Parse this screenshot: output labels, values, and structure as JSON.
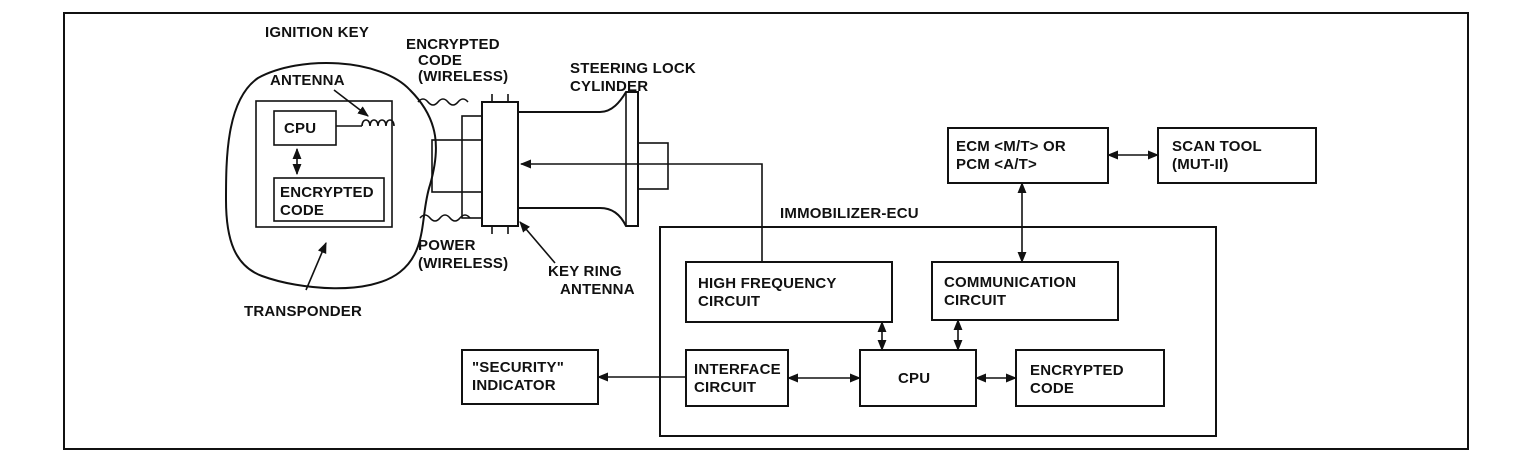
{
  "labels": {
    "ignition_key": "IGNITION KEY",
    "antenna": "ANTENNA",
    "key_cpu": "CPU",
    "key_encrypted_1": "ENCRYPTED",
    "key_encrypted_2": "CODE",
    "transponder": "TRANSPONDER",
    "enc_code_wireless_1": "ENCRYPTED",
    "enc_code_wireless_2": "CODE",
    "enc_code_wireless_3": "(WIRELESS)",
    "power_wireless_1": "POWER",
    "power_wireless_2": "(WIRELESS)",
    "steering_lock_1": "STEERING LOCK",
    "steering_lock_2": "CYLINDER",
    "key_ring_antenna_1": "KEY RING",
    "key_ring_antenna_2": "ANTENNA",
    "immobilizer_ecu": "IMMOBILIZER-ECU",
    "ecm_pcm_1": "ECM <M/T> OR",
    "ecm_pcm_2": "PCM <A/T>",
    "scan_tool_1": "SCAN  TOOL",
    "scan_tool_2": "(MUT-II)",
    "hf_circuit_1": "HIGH FREQUENCY",
    "hf_circuit_2": "CIRCUIT",
    "comm_circuit_1": "COMMUNICATION",
    "comm_circuit_2": "CIRCUIT",
    "ecu_cpu": "CPU",
    "interface_circuit_1": "INTERFACE",
    "interface_circuit_2": "CIRCUIT",
    "ecu_encrypted_1": "ENCRYPTED",
    "ecu_encrypted_2": "CODE",
    "security_indicator_1": "\"SECURITY\"",
    "security_indicator_2": "INDICATOR"
  }
}
